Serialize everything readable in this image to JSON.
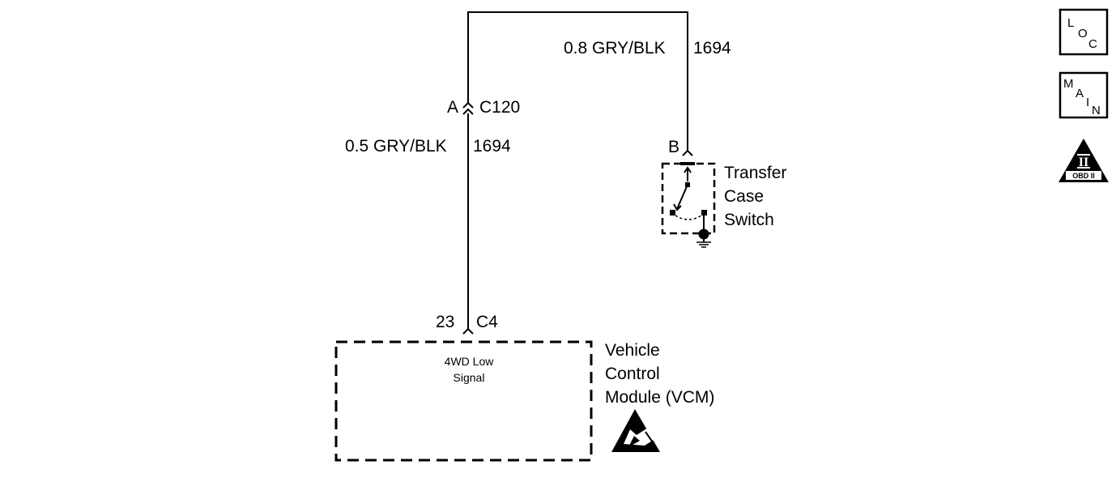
{
  "wires": {
    "upper_label": "0.8 GRY/BLK",
    "upper_circuit": "1694",
    "lower_label": "0.5 GRY/BLK",
    "lower_circuit": "1694"
  },
  "connectors": {
    "c120_pin": "A",
    "c120_name": "C120",
    "switch_pin": "B",
    "vcm_pin": "23",
    "vcm_name": "C4"
  },
  "transfer_case_switch": {
    "line1": "Transfer",
    "line2": "Case",
    "line3": "Switch"
  },
  "vcm": {
    "line1": "Vehicle",
    "line2": "Control",
    "line3": "Module (VCM)",
    "signal_line1": "4WD Low",
    "signal_line2": "Signal"
  },
  "nav_buttons": {
    "loc": {
      "l1": "L",
      "l2": "O",
      "l3": "C"
    },
    "main": {
      "l1": "M",
      "l2": "A",
      "l3": "I",
      "l4": "N"
    },
    "obd": {
      "symbol": "II",
      "text": "OBD II"
    }
  },
  "icons": {
    "esd": "esd-warning-icon",
    "ground": "ground-icon"
  }
}
